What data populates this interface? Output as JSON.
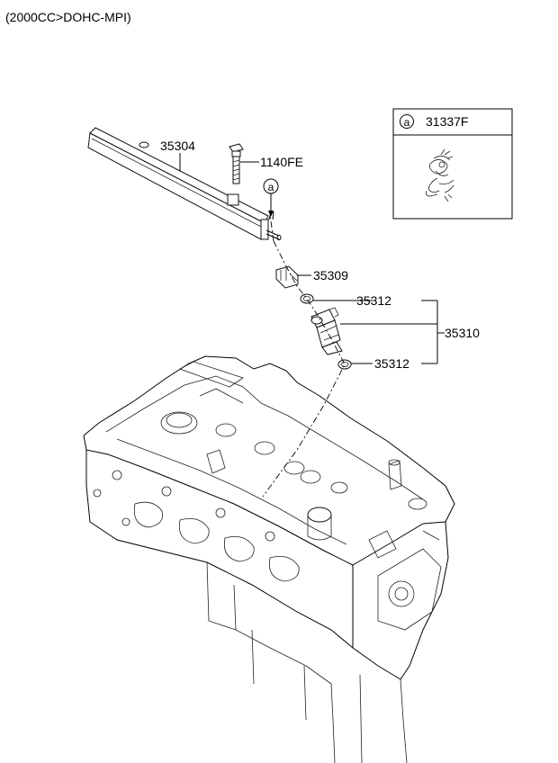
{
  "header": {
    "title": "(2000CC>DOHC-MPI)"
  },
  "parts": {
    "fuel_rail": "35304",
    "bolt": "1140FE",
    "clip": "35309",
    "oring_upper": "35312",
    "oring_lower": "35312",
    "injector_assy": "35310"
  },
  "callout": {
    "letter": "a"
  },
  "legend_box": {
    "letter": "a",
    "part_number": "31337F"
  }
}
